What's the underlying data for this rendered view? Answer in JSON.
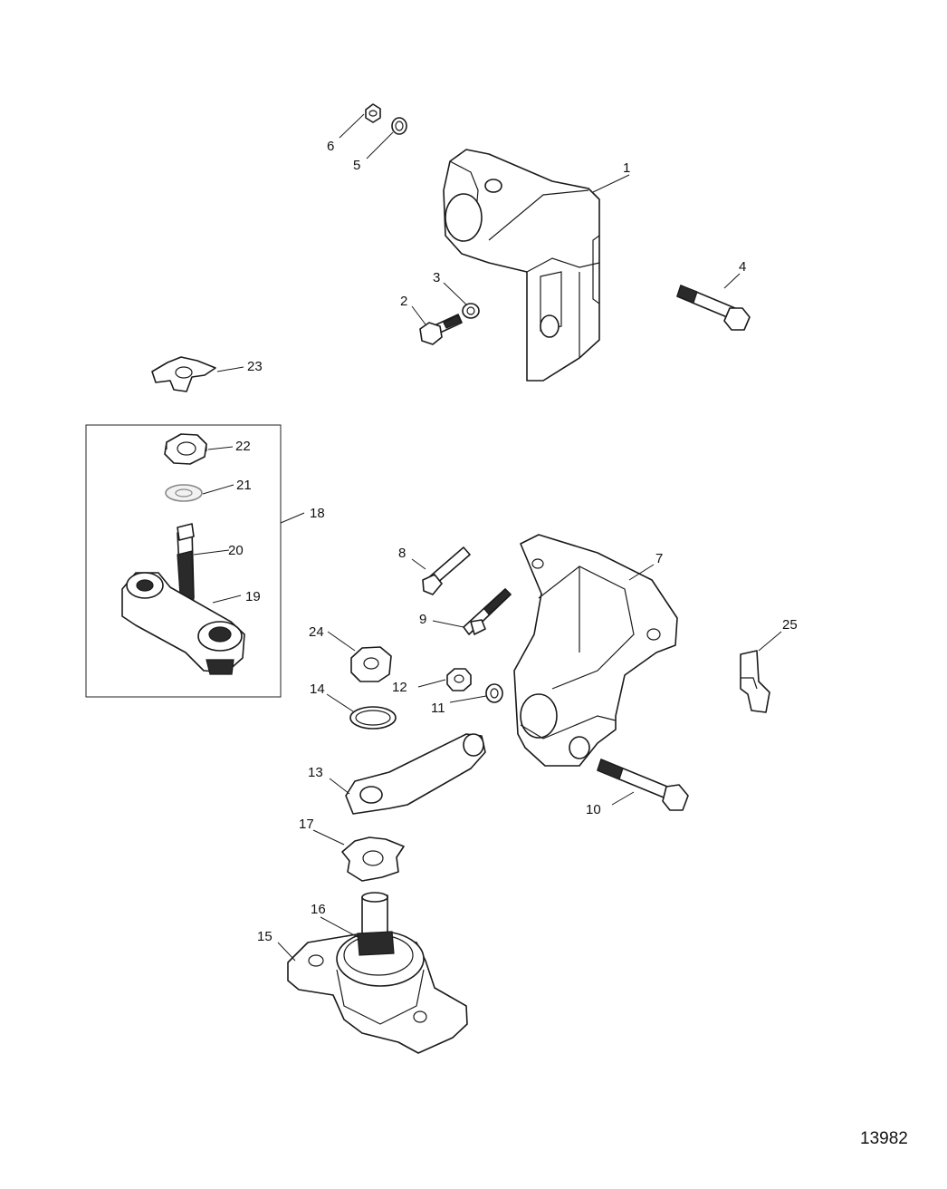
{
  "figure_number": "13982",
  "callouts": {
    "c1": "1",
    "c2": "2",
    "c3": "3",
    "c4": "4",
    "c5": "5",
    "c6": "6",
    "c7": "7",
    "c8": "8",
    "c9": "9",
    "c10": "10",
    "c11": "11",
    "c12": "12",
    "c13": "13",
    "c14": "14",
    "c15": "15",
    "c16": "16",
    "c17": "17",
    "c18": "18",
    "c19": "19",
    "c20": "20",
    "c21": "21",
    "c22": "22",
    "c23": "23",
    "c24": "24",
    "c25": "25"
  }
}
